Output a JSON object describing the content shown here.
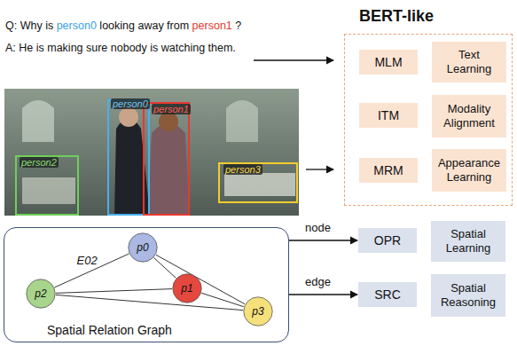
{
  "diagram": {
    "nodes": [
      {
        "text": [
          "BERT-like"
        ]
      },
      {
        "text": [
          "MLM"
        ],
        "in": 0
      },
      {
        "text": [
          "Text Learning"
        ],
        "in": 0
      },
      {
        "text": [
          "ITM"
        ],
        "in": 0
      },
      {
        "text": [
          "Modality Alignment"
        ],
        "in": 0
      },
      {
        "text": [
          "MRM"
        ],
        "in": 0
      },
      {
        "text": [
          "Appearance Learning"
        ],
        "in": 0
      },
      {
        "text": [
          "Spatial Relation Graph"
        ]
      },
      {
        "text": [
          "p0"
        ],
        "in": 7
      },
      {
        "text": [
          "p1"
        ],
        "in": 7
      },
      {
        "text": [
          "p2"
        ],
        "in": 7
      },
      {
        "text": [
          "p3"
        ],
        "in": 7
      },
      {
        "text": [
          "OPR"
        ]
      },
      {
        "text": [
          "Spatial Learning"
        ]
      },
      {
        "text": [
          "SRC"
        ]
      },
      {
        "text": [
          "Spatial Reasoning"
        ]
      }
    ],
    "edges": [
      {
        "from": 8,
        "to": 10,
        "arrow": "none",
        "label": "E02"
      },
      {
        "from": 8,
        "to": 9,
        "arrow": "none"
      },
      {
        "from": 8,
        "to": 11,
        "arrow": "none"
      },
      {
        "from": 10,
        "to": 9,
        "arrow": "none"
      },
      {
        "from": 9,
        "to": 11,
        "arrow": "none"
      },
      {
        "from": 10,
        "to": 11,
        "arrow": "none"
      },
      {
        "from": 7,
        "to": 12,
        "arrow": "to",
        "label": "node"
      },
      {
        "from": 7,
        "to": 14,
        "arrow": "to",
        "label": "edge"
      }
    ],
    "labels": [
      "Q: Why is",
      "person0",
      "looking away from",
      "person1",
      "?",
      "A: He is making sure nobody is watching them.",
      "person0",
      "person1",
      "person2",
      "person3"
    ]
  }
}
